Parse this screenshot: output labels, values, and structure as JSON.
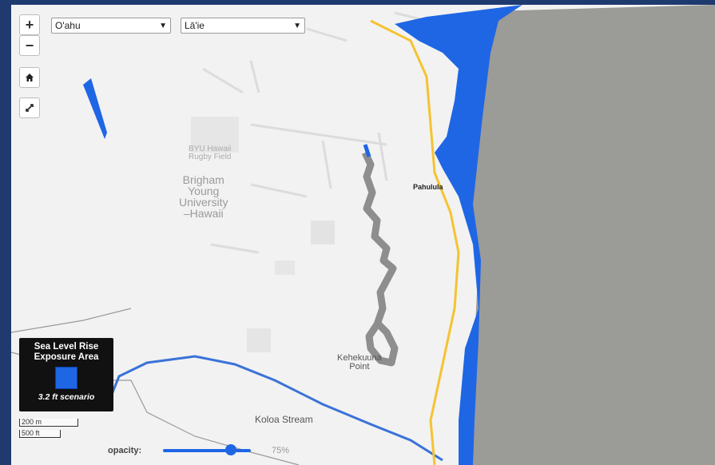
{
  "controls": {
    "zoom_in": "+",
    "zoom_out": "−",
    "home_icon": "home-icon",
    "locate_icon": "locate-icon"
  },
  "selects": {
    "island": "O'ahu",
    "area": "Lā'ie"
  },
  "map_labels": {
    "byu_field": "BYU Hawaii\nRugby Field",
    "byu": "Brigham\nYoung\nUniversity\n–Hawaii",
    "pahulu": "Pahulula",
    "point": "Kehekuuna\nPoint",
    "stream": "Koloa Stream"
  },
  "legend": {
    "title": "Sea Level Rise\nExposure Area",
    "scenario": "3.2 ft scenario",
    "swatch_color": "#1f66e5"
  },
  "scale": {
    "metric": "200 m",
    "imperial": "500 ft"
  },
  "opacity": {
    "label": "opacity:",
    "value": "75%",
    "level": 0.75
  },
  "colors": {
    "water": "#1f66e5",
    "ocean": "#9b9b97",
    "road": "#f5c331"
  }
}
